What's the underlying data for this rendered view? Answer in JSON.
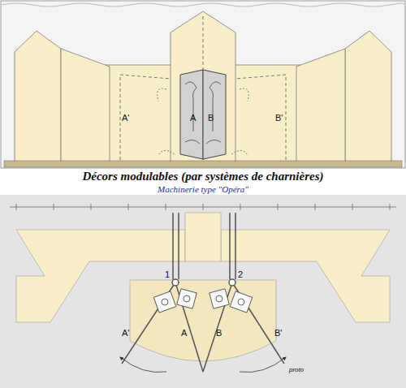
{
  "diagram": {
    "caption": "Décors modulables (par systèmes de charnières)",
    "labels": [
      "A'",
      "A",
      "B",
      "B'",
      "Machinerie type \"Opéra\"",
      "1",
      "2",
      "A'",
      "A",
      "B",
      "B'",
      "proto"
    ]
  }
}
